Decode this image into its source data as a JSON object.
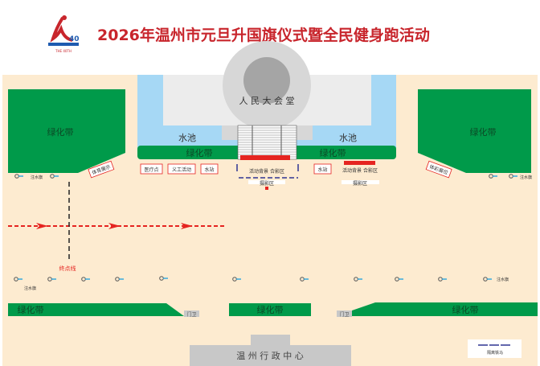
{
  "header": {
    "title": "2026年温州市元旦升国旗仪式暨全民健身跑活动",
    "logo_text": "THE 40TH"
  },
  "colors": {
    "ground": "#fdebd0",
    "greenbelt": "#009a4a",
    "pool": "#a6d8f5",
    "building": "#c8c8c8",
    "route": "#e52420",
    "barrier": "#2e3592",
    "title": "#c8252c"
  },
  "map": {
    "hall": "人 民 大 会 堂",
    "admin_center": "温 州 行 政 中 心",
    "pool_left": "水池",
    "pool_right": "水池",
    "green_top_left": "绿化带",
    "green_top_right": "绿化带",
    "green_block_left": "绿化带",
    "green_block_right": "绿化带",
    "green_bottom_left": "绿化带",
    "green_bottom_center": "绿化带",
    "green_bottom_right": "绿化带",
    "gate_left": "门卫",
    "gate_right": "门卫",
    "booth_sports": "体育展示",
    "booth_lottery": "体彩展位",
    "medical": "医疗点",
    "volunteer": "义工活动",
    "water_station_left": "水站",
    "water_station_right": "水站",
    "backdrop_center": "活动背景  合影区",
    "backdrop_right": "活动背景  合影区",
    "photo_center": "摄影区",
    "photo_right": "摄影区",
    "finish_line": "终点线",
    "flag_label_top_left": "注水旗",
    "flag_label_top_right": "注水旗",
    "flag_label_bottom_left": "注水旗",
    "flag_label_bottom_right": "注水旗"
  },
  "legend": {
    "barrier": "隔离铁马"
  }
}
